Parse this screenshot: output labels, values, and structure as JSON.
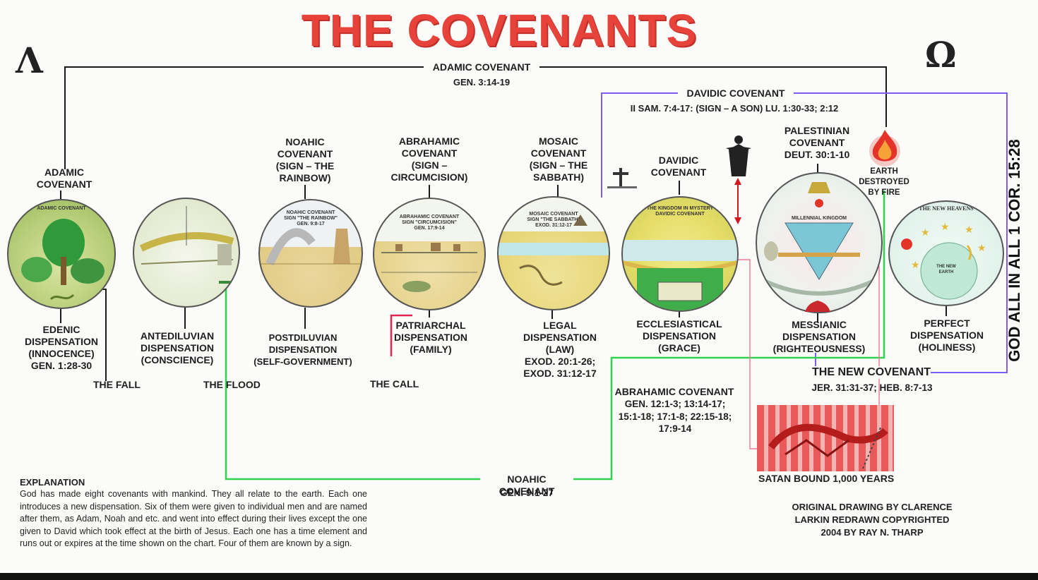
{
  "title": "THE COVENANTS",
  "alpha": "Λ",
  "omega": "Ω",
  "vertical_text": "GOD ALL IN ALL 1 COR. 15:28",
  "adamic_top": {
    "label": "ADAMIC COVENANT",
    "ref": "GEN. 3:14-19"
  },
  "davidic_top": {
    "label": "DAVIDIC COVENANT",
    "ref": "II SAM. 7:4-17:  (SIGN – A SON)  LU. 1:30-33; 2:12"
  },
  "earth_fire": "EARTH DESTROYED\nBY FIRE",
  "covenants": {
    "adamic": "ADAMIC\nCOVENANT",
    "noahic": "NOAHIC\nCOVENANT\n(SIGN – THE\nRAINBOW)",
    "abrahamic": "ABRAHAMIC\nCOVENANT\n(SIGN –\nCIRCUMCISION)",
    "mosaic": "MOSAIC\nCOVENANT\n(SIGN – THE\nSABBATH)",
    "davidic": "DAVIDIC\nCOVENANT",
    "palestinian": "PALESTINIAN\nCOVENANT\nDEUT. 30:1-10"
  },
  "dispensations": {
    "edenic": "EDENIC\nDISPENSATION\n(INNOCENCE)\nGEN. 1:28-30",
    "antediluvian": "ANTEDILUVIAN\nDISPENSATION\n(CONSCIENCE)",
    "postdiluvian": "POSTDILUVIAN\nDISPENSATION\n(SELF-GOVERNMENT)",
    "patriarchal": "PATRIARCHAL\nDISPENSATION\n(FAMILY)",
    "legal": "LEGAL\nDISPENSATION\n(LAW)\nEXOD. 20:1-26;\nEXOD. 31:12-17",
    "ecclesiastical": "ECCLESIASTICAL\nDISPENSATION\n(GRACE)",
    "messianic": "MESSIANIC\nDISPENSATION\n(RIGHTEOUSNESS)",
    "perfect": "PERFECT\nDISPENSATION\n(HOLINESS)"
  },
  "events": {
    "fall": "THE FALL",
    "flood": "THE FLOOD",
    "call": "THE CALL"
  },
  "new_covenant": {
    "label": "THE NEW COVENANT",
    "ref": "JER. 31:31-37; HEB. 8:7-13"
  },
  "abrahamic_bottom": {
    "label": "ABRAHAMIC COVENANT",
    "ref": "GEN. 12:1-3; 13:14-17;\n15:1-18; 17:1-8; 22:15-18;\n17:9-14"
  },
  "noahic_bottom": {
    "label": "NOAHIC COVENANT",
    "ref": "GEN. 9:1-27"
  },
  "satan": "SATAN BOUND 1,000 YEARS",
  "explanation_heading": "EXPLANATION",
  "explanation": "God has made eight covenants with mankind. They all relate to the earth. Each one introduces a new dispensation. Six of them were given to individual men and are named after them, as Adam, Noah and etc. and went into effect during their lives except the one given to David which took effect at the birth of Jesus. Each one has a time element and runs out or expires at the time shown on the chart. Four of them are known by a sign.",
  "credit": "ORIGINAL DRAWING BY CLARENCE\nLARKIN REDRAWN COPYRIGHTED\n2004 BY RAY N. THARP",
  "circle_captions": {
    "c1": "ADAMIC COVENANT",
    "c3": "NOAHIC COVENANT\nSIGN \"THE RAINBOW\"\nGEN. 9:8-17",
    "c4": "ABRAHAMIC COVENANT\nSIGN \"CIRCUMCISION\"\nGEN. 17:9-14",
    "c5": "MOSAIC COVENANT\nSIGN \"THE SABBATH\"\nEXOD. 31:12-17",
    "c6": "THE KINGDOM IN MYSTERY\nDAVIDIC COVENANT",
    "c7": "MILLENNIAL KINGDOM",
    "c8": "THE NEW HEAVENS",
    "c8b": "THE NEW\nEARTH"
  },
  "colors": {
    "title": "#e8433b",
    "black_line": "#1a1a1a",
    "purple_line": "#7d5cf0",
    "green_line": "#2fd34f",
    "red_line": "#e3264f",
    "pink_line": "#f07aa0"
  }
}
